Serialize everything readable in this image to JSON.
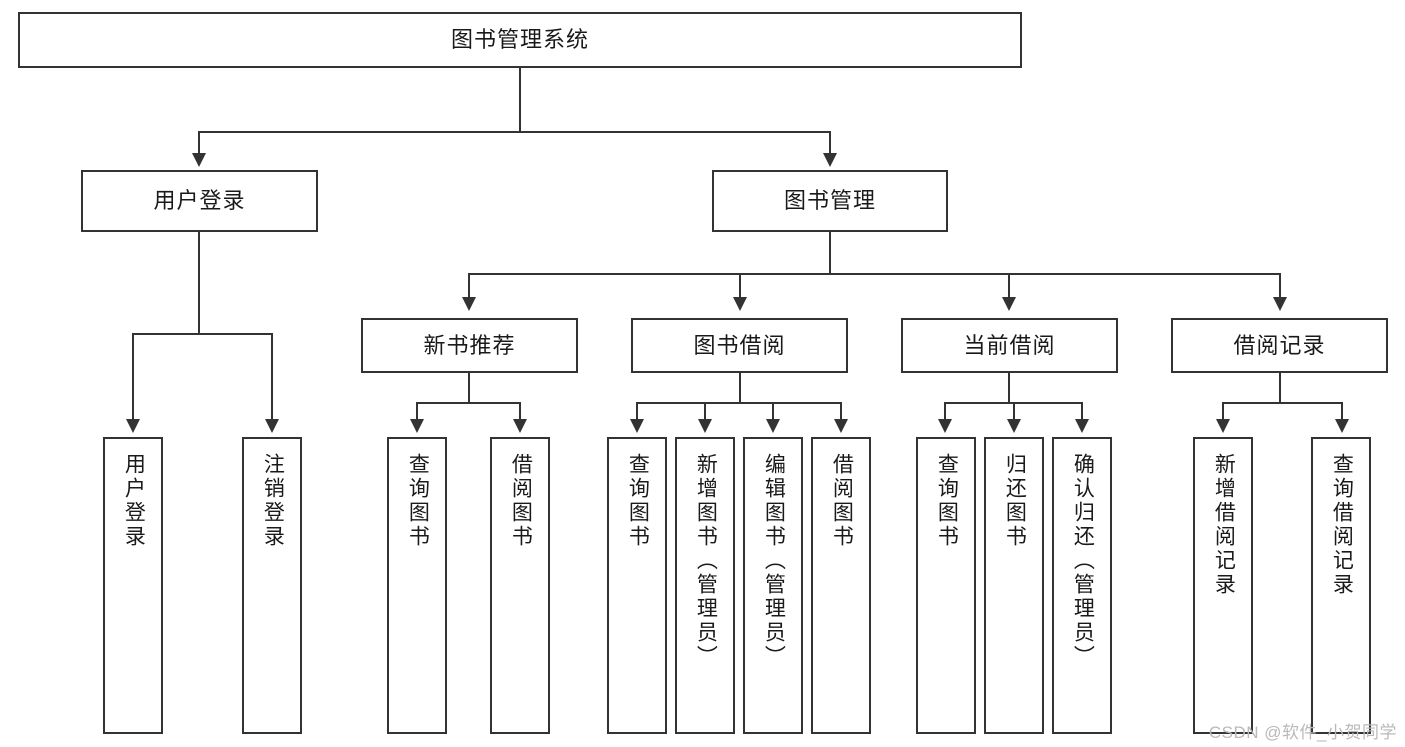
{
  "diagram": {
    "title": "图书管理系统",
    "type": "tree-hierarchy",
    "watermark": "CSDN @软件_小贺同学",
    "root": {
      "label": "图书管理系统"
    },
    "level2": [
      {
        "label": "用户登录"
      },
      {
        "label": "图书管理"
      }
    ],
    "level3": [
      {
        "label": "新书推荐"
      },
      {
        "label": "图书借阅"
      },
      {
        "label": "当前借阅"
      },
      {
        "label": "借阅记录"
      }
    ],
    "leaves": {
      "user_login": [
        {
          "label": "用户登录"
        },
        {
          "label": "注销登录"
        }
      ],
      "new_book_recommend": [
        {
          "label": "查询图书"
        },
        {
          "label": "借阅图书"
        }
      ],
      "book_borrow": [
        {
          "label": "查询图书"
        },
        {
          "label": "新增图书（管理员）"
        },
        {
          "label": "编辑图书（管理员）"
        },
        {
          "label": "借阅图书"
        }
      ],
      "current_borrow": [
        {
          "label": "查询图书"
        },
        {
          "label": "归还图书"
        },
        {
          "label": "确认归还（管理员）"
        }
      ],
      "borrow_record": [
        {
          "label": "新增借阅记录"
        },
        {
          "label": "查询借阅记录"
        }
      ]
    }
  }
}
